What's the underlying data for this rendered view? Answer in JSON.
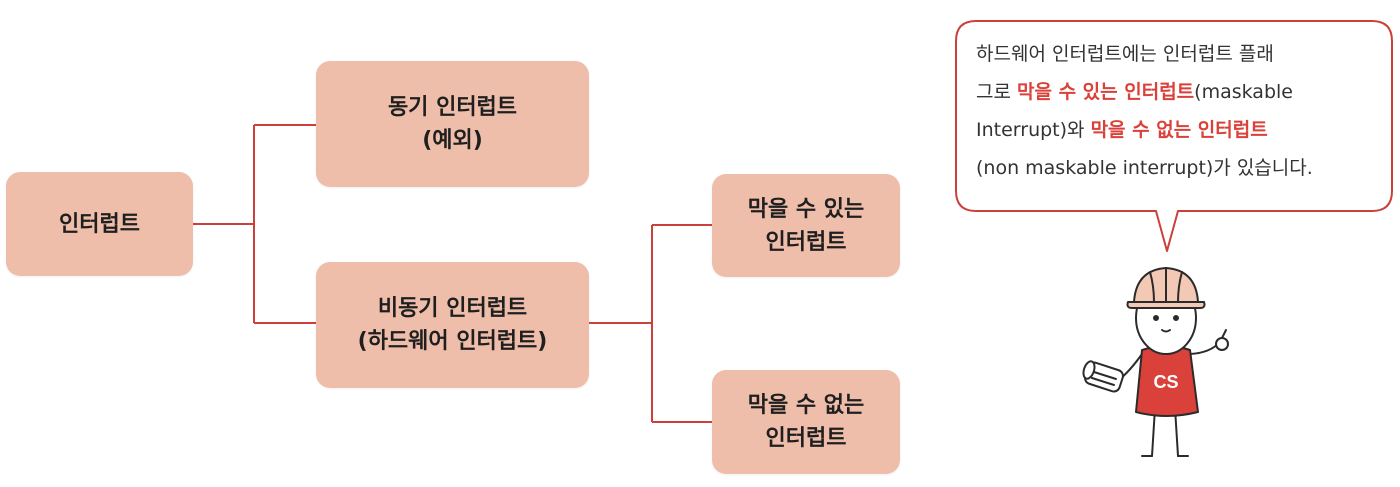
{
  "diagram": {
    "root": "인터럽트",
    "sync": {
      "line1": "동기 인터럽트",
      "line2": "(예외)"
    },
    "async": {
      "line1": "비동기 인터럽트",
      "line2": "(하드웨어 인터럽트)"
    },
    "maskable": {
      "line1": "막을 수 있는",
      "line2": "인터럽트"
    },
    "non_maskable": {
      "line1": "막을 수 없는",
      "line2": "인터럽트"
    }
  },
  "bubble": {
    "l1": "하드웨어 인터럽트에는 인터럽트 플래",
    "l2a": "그로 ",
    "l2b": "막을 수 있는 인터럽트",
    "l2c": "(maskable",
    "l3a": "Interrupt)와 ",
    "l3b": "막을 수 없는 인터럽트",
    "l4": "(non maskable interrupt)가 있습니다."
  },
  "character": {
    "shirt_label": "CS"
  },
  "colors": {
    "box_fill": "#efbeab",
    "connector": "#c9413a",
    "highlight": "#d9413a",
    "helmet": "#f3c9b5",
    "shirt": "#d9413a"
  }
}
